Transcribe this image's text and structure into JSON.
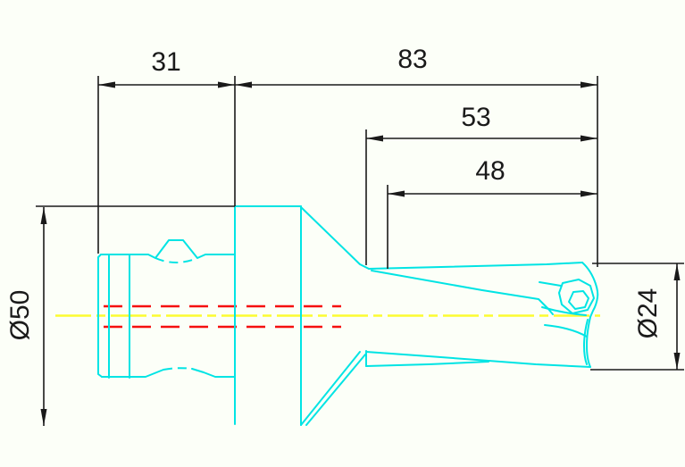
{
  "drawing": {
    "type": "technical-cad-drawing",
    "subject": "indexable insert drill with tool holder shank, side view",
    "dimensions": {
      "back_length": "31",
      "overall_length": "83",
      "usable_length": "53",
      "flute_length": "48",
      "shank_diameter": "Ø50",
      "cutting_diameter": "Ø24"
    },
    "colors": {
      "background": "#FCFFF8",
      "part_outline": "#00E4E4",
      "dimension_lines": "#1A1A1A",
      "centerline": "#FCFC30",
      "hidden_coolant_lines": "#F50F0F"
    }
  }
}
